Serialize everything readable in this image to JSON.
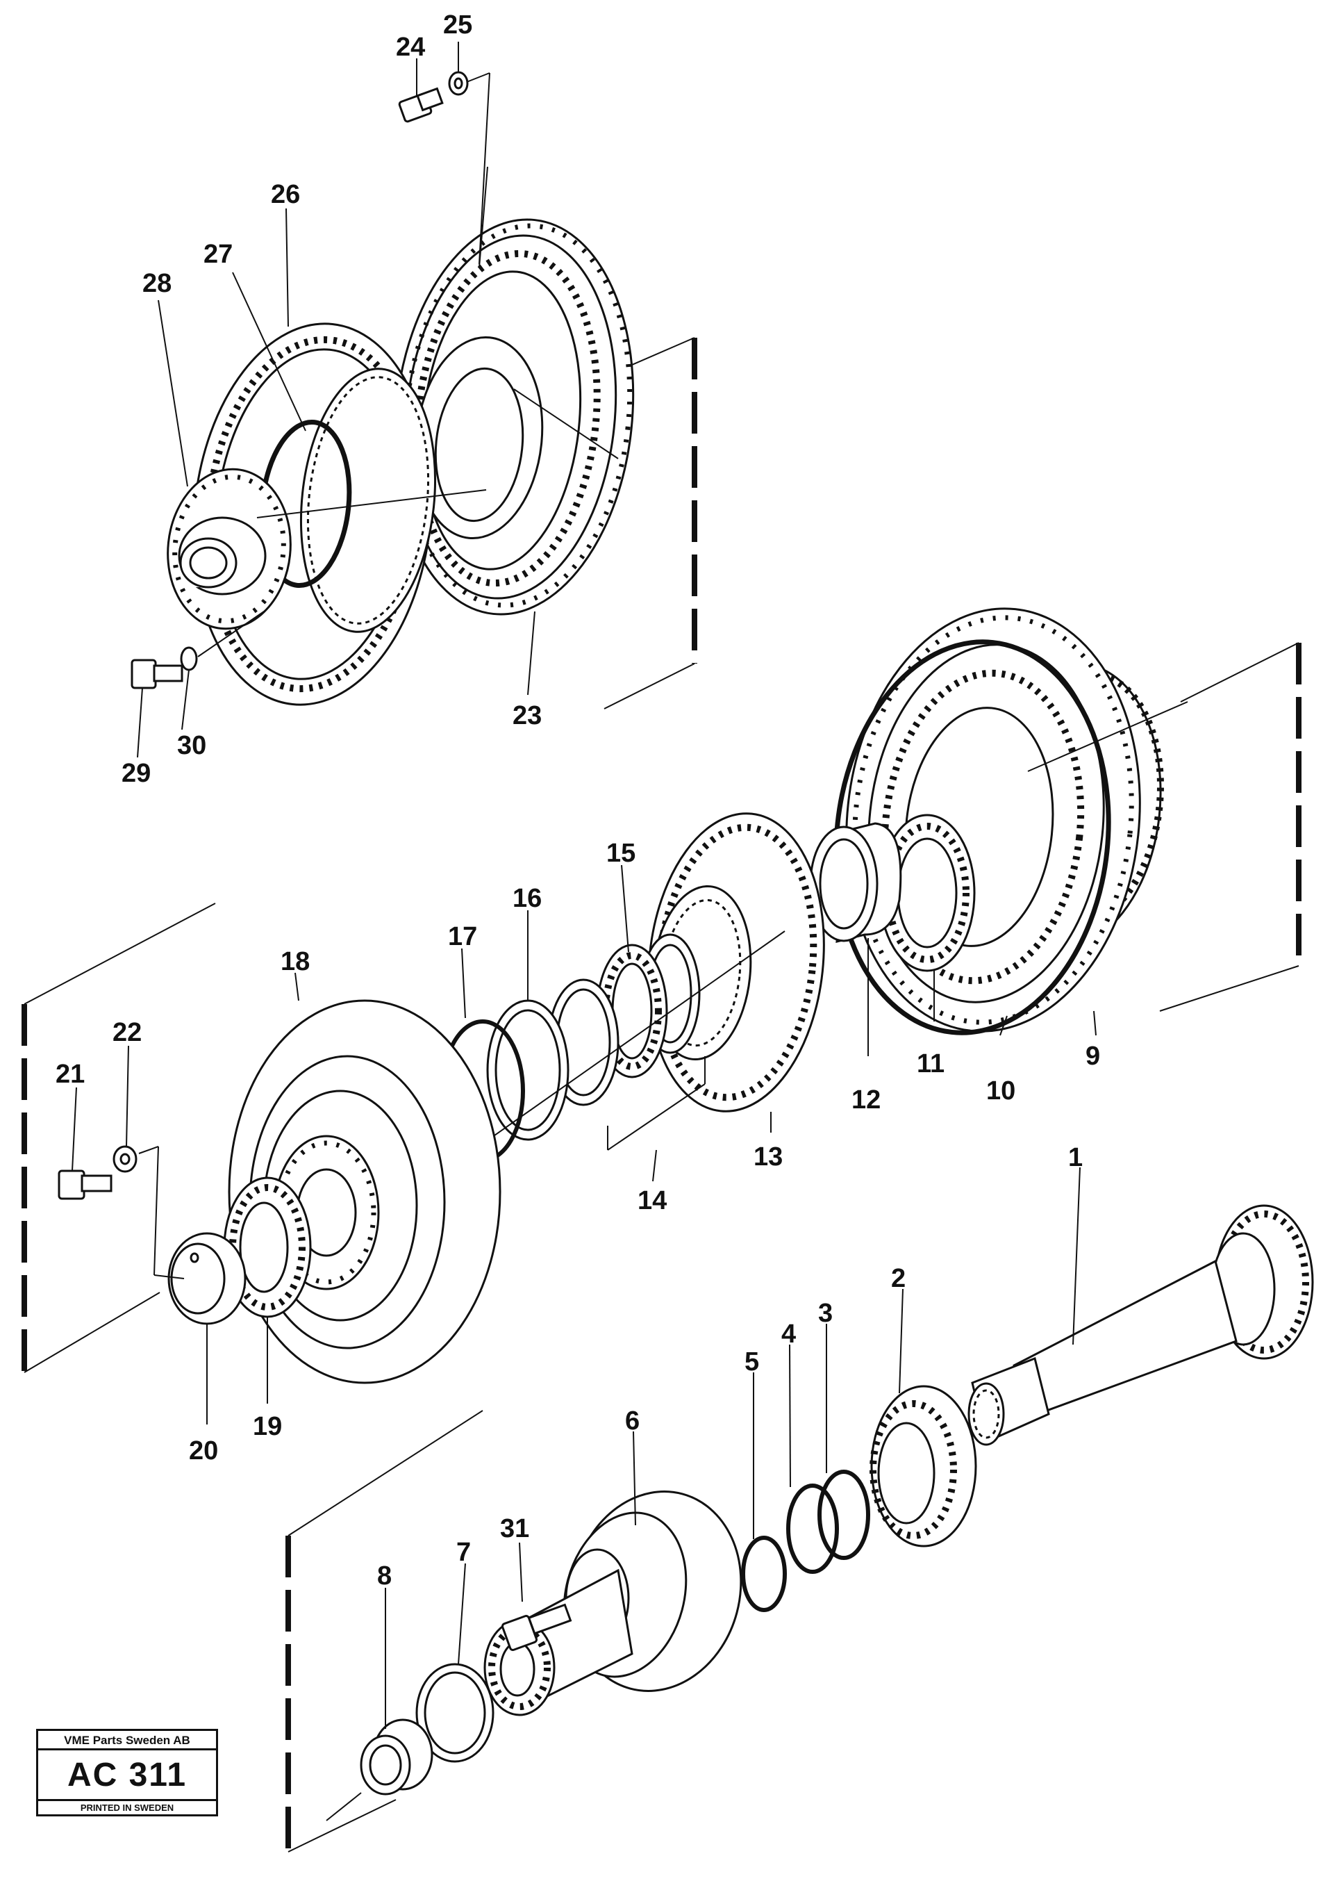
{
  "labels": {
    "p1": "1",
    "p2": "2",
    "p3": "3",
    "p4": "4",
    "p5": "5",
    "p6": "6",
    "p7": "7",
    "p8": "8",
    "p9": "9",
    "p10": "10",
    "p11": "11",
    "p12": "12",
    "p13": "13",
    "p14": "14",
    "p15": "15",
    "p16": "16",
    "p17": "17",
    "p18": "18",
    "p19": "19",
    "p20": "20",
    "p21": "21",
    "p22": "22",
    "p23": "23",
    "p24": "24",
    "p25": "25",
    "p26": "26",
    "p27": "27",
    "p28": "28",
    "p29": "29",
    "p30": "30",
    "p31": "31"
  },
  "title_block": {
    "company": "VME Parts Sweden AB",
    "code": "AC 311",
    "printed": "PRINTED IN SWEDEN"
  }
}
